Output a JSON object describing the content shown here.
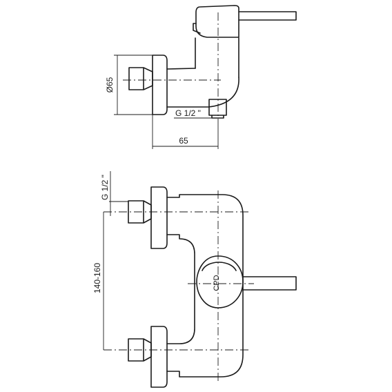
{
  "dimensions": {
    "side_diameter": "Ø65",
    "side_connection": "G 1/2 \"",
    "side_depth": "65",
    "front_connection": "G 1/2 \"",
    "front_spacing": "140-160"
  },
  "marks": {
    "handle_logo": "CPD"
  }
}
